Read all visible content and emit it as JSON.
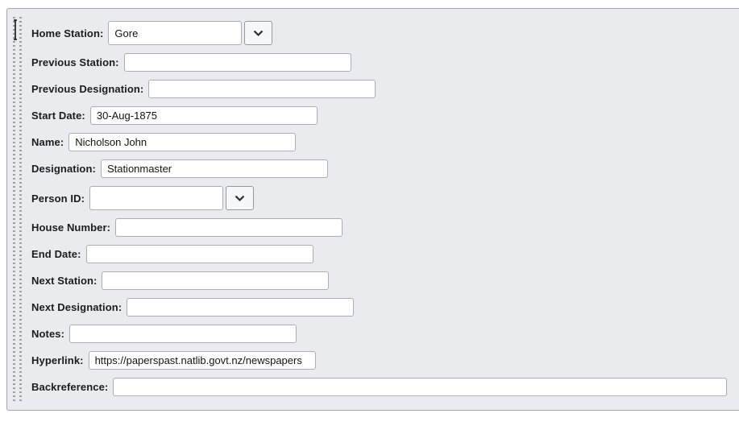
{
  "form": {
    "fields": [
      {
        "id": "home-station",
        "label": "Home Station:",
        "value": "Gore",
        "type": "combo"
      },
      {
        "id": "previous-station",
        "label": "Previous Station:",
        "value": "",
        "type": "text"
      },
      {
        "id": "previous-designation",
        "label": "Previous Designation:",
        "value": "",
        "type": "text"
      },
      {
        "id": "start-date",
        "label": "Start Date:",
        "value": "30-Aug-1875",
        "type": "text"
      },
      {
        "id": "name",
        "label": "Name:",
        "value": "Nicholson John",
        "type": "text"
      },
      {
        "id": "designation",
        "label": "Designation:",
        "value": "Stationmaster",
        "type": "text"
      },
      {
        "id": "person-id",
        "label": "Person ID:",
        "value": "",
        "type": "combo"
      },
      {
        "id": "house-number",
        "label": "House Number:",
        "value": "",
        "type": "text"
      },
      {
        "id": "end-date",
        "label": "End Date:",
        "value": "",
        "type": "text"
      },
      {
        "id": "next-station",
        "label": "Next Station:",
        "value": "",
        "type": "text"
      },
      {
        "id": "next-designation",
        "label": "Next Designation:",
        "value": "",
        "type": "text"
      },
      {
        "id": "notes",
        "label": "Notes:",
        "value": "",
        "type": "text"
      },
      {
        "id": "hyperlink",
        "label": "Hyperlink:",
        "value": "https://paperspast.natlib.govt.nz/newspapers",
        "type": "text"
      },
      {
        "id": "backreference",
        "label": "Backreference:",
        "value": "",
        "type": "text"
      }
    ],
    "icons": {
      "dropdown": "chevron-down-icon",
      "grip": "drag-handle-dots",
      "cursor": "text-cursor-icon"
    }
  },
  "colors": {
    "panel_bg": "#eaebee",
    "panel_border": "#a6a6ab",
    "input_border": "#aeaeb2",
    "input_bg": "#ffffff",
    "button_bg": "#f6f7f9",
    "button_border": "#97979d",
    "label_text": "#1c1c1e",
    "grip_dots": "#a0a0a5"
  }
}
